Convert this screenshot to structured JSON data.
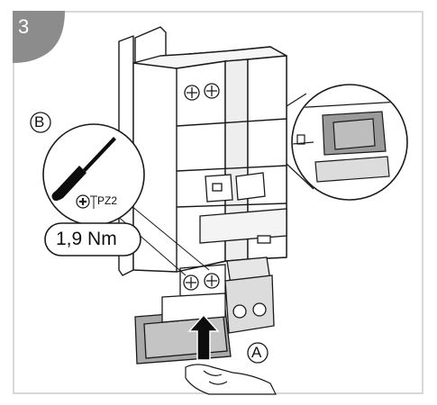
{
  "step": {
    "number": "3"
  },
  "callouts": {
    "a": "A",
    "b": "B"
  },
  "tool": {
    "bit_label": "PZ2",
    "torque": "1,9 Nm"
  },
  "colors": {
    "badge": "#8c8c8c",
    "frame": "#d8d8d8",
    "line": "#1a1a1a",
    "screwdriver": "#0d0d0d",
    "detail_gray": "#9a9a9a",
    "module_gray": "#e6e6e6"
  },
  "icons": {
    "tool": "screwdriver-icon",
    "bit": "pozidriv-cross-icon",
    "push": "push-arrow-icon",
    "hand": "hand-icon"
  }
}
